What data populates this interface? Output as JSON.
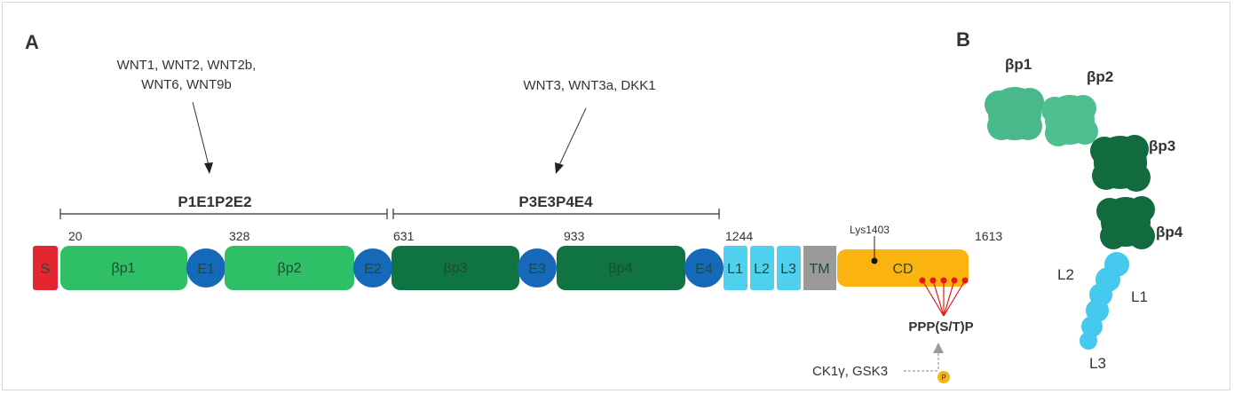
{
  "panels": {
    "a": "A",
    "b": "B"
  },
  "ligands": {
    "group1_line1": "WNT1, WNT2, WNT2b,",
    "group1_line2": "WNT6, WNT9b",
    "group2": "WNT3, WNT3a, DKK1"
  },
  "regions": {
    "r1": "P1E1P2E2",
    "r2": "P3E3P4E4"
  },
  "positions": {
    "p20": "20",
    "p328": "328",
    "p631": "631",
    "p933": "933",
    "p1244": "1244",
    "p1613": "1613",
    "lys": "Lys1403"
  },
  "domains": {
    "s": "S",
    "bp1": "βp1",
    "e1": "E1",
    "bp2": "βp2",
    "e2": "E2",
    "bp3": "βp3",
    "e3": "E3",
    "bp4": "βp4",
    "e4": "E4",
    "l1": "L1",
    "l2": "L2",
    "l3": "L3",
    "tm": "TM",
    "cd": "CD"
  },
  "motif": "PPP(S/T)P",
  "kinases": "CK1γ, GSK3",
  "phospho": "P",
  "structure": {
    "bp1": "βp1",
    "bp2": "βp2",
    "bp3": "βp3",
    "bp4": "βp4",
    "l1": "L1",
    "l2": "L2",
    "l3": "L3"
  },
  "colors": {
    "signal": "#e3262f",
    "propeller_light": "#2fbf66",
    "propeller_dark": "#0f7342",
    "egf": "#1668b8",
    "ldla": "#4fd0ee",
    "tm": "#9a9a9a",
    "cd": "#fbb40f",
    "phospho": "#e3191b"
  }
}
